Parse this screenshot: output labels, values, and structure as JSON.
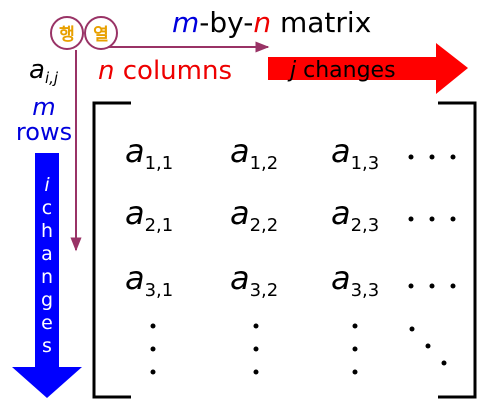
{
  "title": {
    "m": "m",
    "sep1": "-by-",
    "n": "n",
    "rest": " matrix"
  },
  "row_circle_label": "행",
  "col_circle_label": "열",
  "element_label": {
    "base": "a",
    "sub": "i,j"
  },
  "columns_label": {
    "n": "n",
    "rest": " columns"
  },
  "j_arrow_label": {
    "var": "j",
    "rest": " changes"
  },
  "rows_label": {
    "m": "m",
    "word": "rows"
  },
  "i_arrow_label": {
    "letters": [
      "i",
      "c",
      "h",
      "a",
      "n",
      "g",
      "e",
      "s"
    ]
  },
  "matrix": {
    "entries": [
      [
        {
          "base": "a",
          "sub": "1,1"
        },
        {
          "base": "a",
          "sub": "1,2"
        },
        {
          "base": "a",
          "sub": "1,3"
        }
      ],
      [
        {
          "base": "a",
          "sub": "2,1"
        },
        {
          "base": "a",
          "sub": "2,2"
        },
        {
          "base": "a",
          "sub": "2,3"
        }
      ],
      [
        {
          "base": "a",
          "sub": "3,1"
        },
        {
          "base": "a",
          "sub": "3,2"
        },
        {
          "base": "a",
          "sub": "3,3"
        }
      ]
    ]
  },
  "colors": {
    "blue": "#0000dd",
    "red": "#ee0000",
    "orange": "#e8a000",
    "purple": "#993366",
    "black": "#000000"
  }
}
